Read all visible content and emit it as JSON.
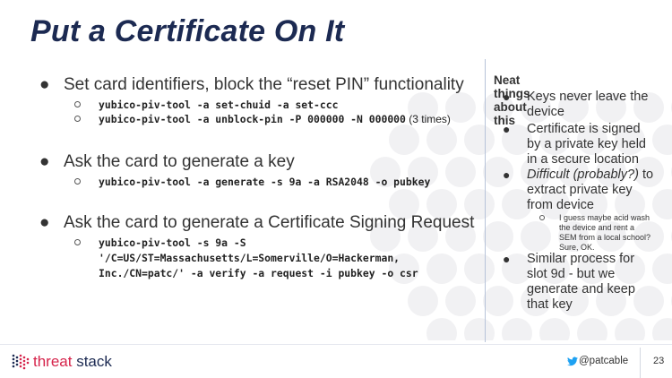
{
  "slide": {
    "title": "Put a Certificate On It"
  },
  "main": {
    "bullets": [
      {
        "text": "Set card identifiers, block the “reset PIN” functionality",
        "code": [
          {
            "code": "yubico-piv-tool -a set-chuid -a set-ccc",
            "suffix": ""
          },
          {
            "code": "yubico-piv-tool -a unblock-pin -P 000000 -N 000000",
            "suffix": " (3 times)"
          }
        ]
      },
      {
        "text": "Ask the card to generate a key",
        "code": [
          {
            "code": "yubico-piv-tool -a generate -s 9a -a RSA2048 -o pubkey",
            "suffix": ""
          }
        ]
      },
      {
        "text": "Ask the card to generate a Certificate Signing Request",
        "code_lines": [
          "yubico-piv-tool -s 9a -S",
          "'/C=US/ST=Massachusetts/L=Somerville/O=Hackerman,",
          "Inc./CN=patc/' -a verify -a request -i pubkey -o csr"
        ]
      }
    ]
  },
  "sidebar": {
    "heading": "Neat things about this",
    "items": [
      {
        "lines": [
          "Keys never leave the",
          "device"
        ]
      },
      {
        "lines": [
          "Certificate is signed",
          "by a private key held",
          "in a secure location"
        ]
      },
      {
        "italic": "Difficult (probably?)",
        "rest": " to",
        "lines": [
          "extract private key",
          "from device"
        ]
      },
      {
        "lines": [
          "Similar process for",
          "slot 9d - but we",
          "generate and keep",
          "that key"
        ]
      }
    ],
    "sub_item": {
      "lines": [
        "I guess maybe acid wash",
        "the device and rent a",
        "SEM from a local school?",
        "Sure, OK."
      ]
    }
  },
  "footer": {
    "brand_first": "threat",
    "brand_second": " stack",
    "handle": "@patcable",
    "page": "23"
  },
  "colors": {
    "title": "#1c2a52",
    "accent": "#d6244b",
    "twitter": "#1da1f2",
    "background_dots": "#f1f1f3"
  },
  "icons": {
    "twitter": "twitter-bird-icon",
    "logo": "threat-stack-logo-mark"
  }
}
